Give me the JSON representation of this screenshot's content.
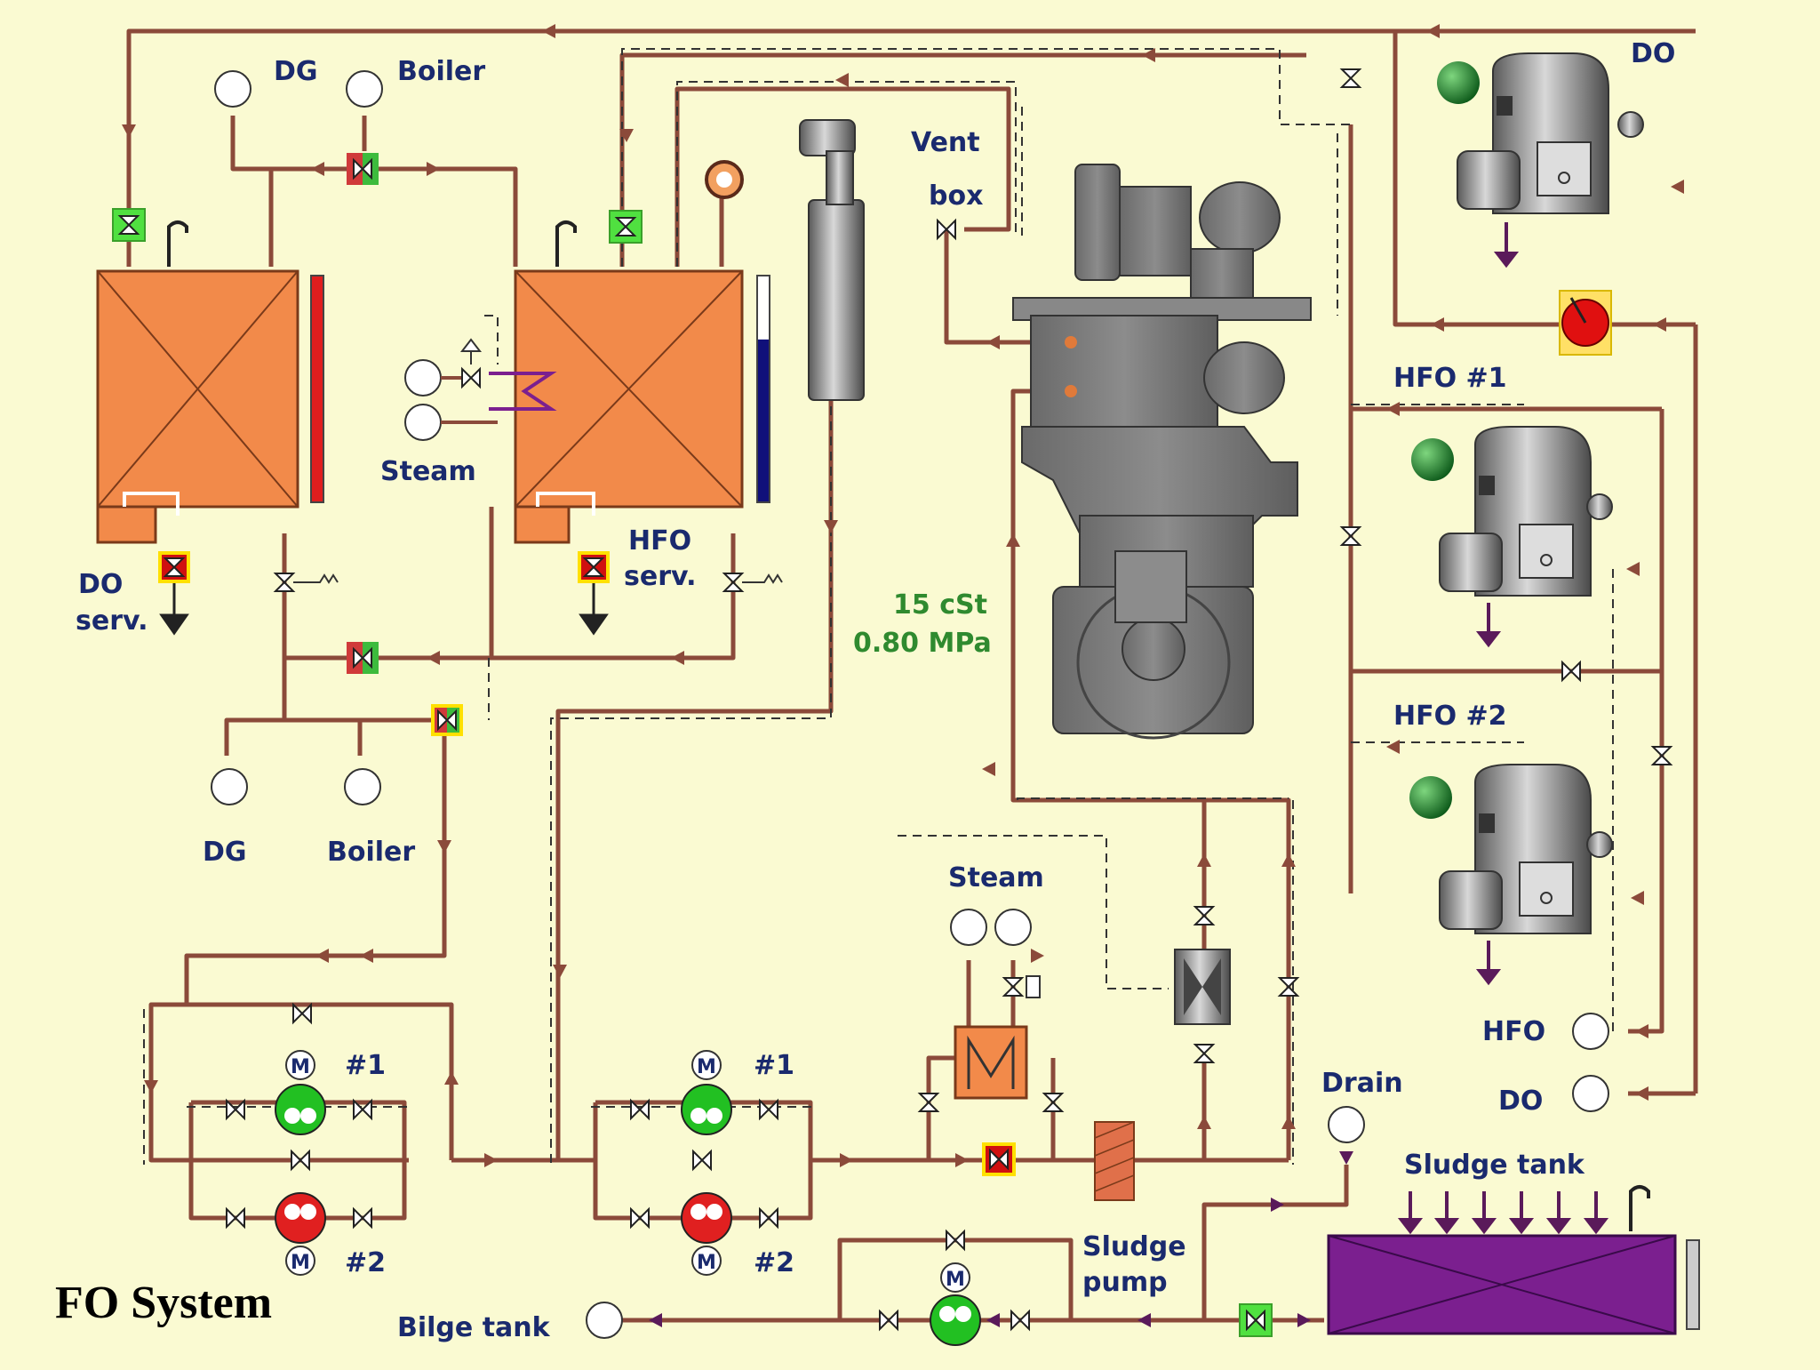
{
  "title": "FO System",
  "labels": {
    "dg_top": "DG",
    "boiler_top": "Boiler",
    "vent": "Vent",
    "box": "box",
    "do_purifier": "DO",
    "hfo1": "HFO  #1",
    "hfo2": "HFO #2",
    "steam_heater": "Steam",
    "do_serv_1": "DO",
    "do_serv_2": "serv.",
    "hfo_serv_1": "HFO",
    "hfo_serv_2": "serv.",
    "viscosity": "15 cSt",
    "pressure": "0.80 MPa",
    "dg_bottom": "DG",
    "boiler_bottom": "Boiler",
    "steam_bottom": "Steam",
    "pump_a1": "#1",
    "pump_a2": "#2",
    "pump_b1": "#1",
    "pump_b2": "#2",
    "motor": "M",
    "drain": "Drain",
    "hfo_in": "HFO",
    "do_in": "DO",
    "sludge_tank": "Sludge tank",
    "sludge_pump_1": "Sludge",
    "sludge_pump_2": "pump",
    "bilge_tank": "Bilge tank"
  },
  "colors": {
    "background": "#fafad2",
    "pipe": "#8b4a3a",
    "tank": "#f28a4a",
    "sludge": "#7b1f8f",
    "machine": "#7d7d7d",
    "running": "#22c022",
    "stopped": "#e02020",
    "text": "#1a2a6e",
    "status_green": "#1f7a2a"
  },
  "tank_levels": {
    "do_service": 1.0,
    "hfo_service": 0.72
  },
  "pump_states": {
    "supply_1": "running",
    "supply_2": "stopped",
    "booster_1": "running",
    "booster_2": "stopped",
    "sludge": "running"
  }
}
